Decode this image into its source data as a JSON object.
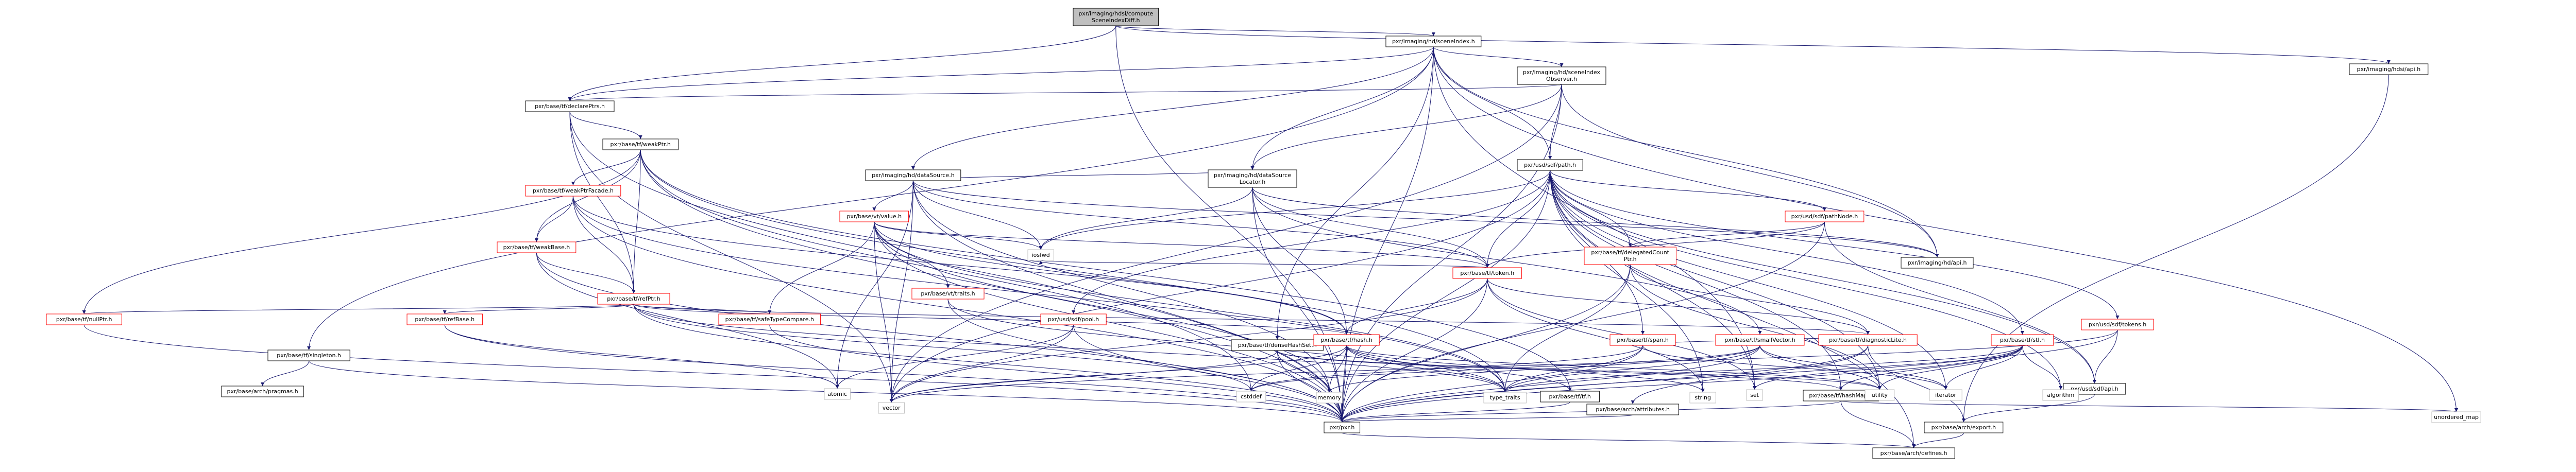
{
  "graph": {
    "nodes": [
      {
        "id": "root",
        "label": "pxr/imaging/hdsi/compute\nSceneIndexDiff.h",
        "kind": "root"
      },
      {
        "id": "sceneIndex",
        "label": "pxr/imaging/hd/sceneIndex.h",
        "kind": "local"
      },
      {
        "id": "hdsiApi",
        "label": "pxr/imaging/hdsi/api.h",
        "kind": "local"
      },
      {
        "id": "sceneIndexObserver",
        "label": "pxr/imaging/hd/sceneIndex\nObserver.h",
        "kind": "local"
      },
      {
        "id": "declarePtrs",
        "label": "pxr/base/tf/declarePtrs.h",
        "kind": "local"
      },
      {
        "id": "weakPtr",
        "label": "pxr/base/tf/weakPtr.h",
        "kind": "local"
      },
      {
        "id": "dataSource",
        "label": "pxr/imaging/hd/dataSource.h",
        "kind": "local"
      },
      {
        "id": "dataSourceLocator",
        "label": "pxr/imaging/hd/dataSource\nLocator.h",
        "kind": "local"
      },
      {
        "id": "sdfPath",
        "label": "pxr/usd/sdf/path.h",
        "kind": "local"
      },
      {
        "id": "weakPtrFacade",
        "label": "pxr/base/tf/weakPtrFacade.h",
        "kind": "red"
      },
      {
        "id": "vtValue",
        "label": "pxr/base/vt/value.h",
        "kind": "red"
      },
      {
        "id": "pathNode",
        "label": "pxr/usd/sdf/pathNode.h",
        "kind": "red"
      },
      {
        "id": "weakBase",
        "label": "pxr/base/tf/weakBase.h",
        "kind": "red"
      },
      {
        "id": "token",
        "label": "pxr/base/tf/token.h",
        "kind": "red"
      },
      {
        "id": "delegatedCountPtr",
        "label": "pxr/base/tf/delegatedCount\nPtr.h",
        "kind": "red"
      },
      {
        "id": "hdApi",
        "label": "pxr/imaging/hd/api.h",
        "kind": "local"
      },
      {
        "id": "refPtr",
        "label": "pxr/base/tf/refPtr.h",
        "kind": "red"
      },
      {
        "id": "vtTraits",
        "label": "pxr/base/vt/traits.h",
        "kind": "red"
      },
      {
        "id": "nullPtr",
        "label": "pxr/base/tf/nullPtr.h",
        "kind": "red"
      },
      {
        "id": "refBase",
        "label": "pxr/base/tf/refBase.h",
        "kind": "red"
      },
      {
        "id": "safeTypeCompare",
        "label": "pxr/base/tf/safeTypeCompare.h",
        "kind": "red"
      },
      {
        "id": "sdfPool",
        "label": "pxr/usd/sdf/pool.h",
        "kind": "red"
      },
      {
        "id": "singleton",
        "label": "pxr/base/tf/singleton.h",
        "kind": "local"
      },
      {
        "id": "denseHashSet",
        "label": "pxr/base/tf/denseHashSet.h",
        "kind": "local"
      },
      {
        "id": "tfHash",
        "label": "pxr/base/tf/hash.h",
        "kind": "red"
      },
      {
        "id": "tfSpan",
        "label": "pxr/base/tf/span.h",
        "kind": "red"
      },
      {
        "id": "smallVector",
        "label": "pxr/base/tf/smallVector.h",
        "kind": "red"
      },
      {
        "id": "diagnosticLite",
        "label": "pxr/base/tf/diagnosticLite.h",
        "kind": "red"
      },
      {
        "id": "tfStl",
        "label": "pxr/base/tf/stl.h",
        "kind": "red"
      },
      {
        "id": "sdfTokens",
        "label": "pxr/usd/sdf/tokens.h",
        "kind": "red"
      },
      {
        "id": "pragmas",
        "label": "pxr/base/arch/pragmas.h",
        "kind": "local"
      },
      {
        "id": "tfTf",
        "label": "pxr/base/tf/tf.h",
        "kind": "local"
      },
      {
        "id": "archAttributes",
        "label": "pxr/base/arch/attributes.h",
        "kind": "local"
      },
      {
        "id": "hashMap",
        "label": "pxr/base/tf/hashMap.h",
        "kind": "local"
      },
      {
        "id": "sdfApi",
        "label": "pxr/usd/sdf/api.h",
        "kind": "local"
      },
      {
        "id": "pxr",
        "label": "pxr/pxr.h",
        "kind": "local"
      },
      {
        "id": "archExport",
        "label": "pxr/base/arch/export.h",
        "kind": "local"
      },
      {
        "id": "archDefines",
        "label": "pxr/base/arch/defines.h",
        "kind": "local"
      },
      {
        "id": "iosfwd",
        "label": "iosfwd",
        "kind": "plain"
      },
      {
        "id": "atomic",
        "label": "atomic",
        "kind": "plain"
      },
      {
        "id": "vector",
        "label": "vector",
        "kind": "plain"
      },
      {
        "id": "cstddef",
        "label": "cstddef",
        "kind": "plain"
      },
      {
        "id": "memory",
        "label": "memory",
        "kind": "plain"
      },
      {
        "id": "typeTraits",
        "label": "type_traits",
        "kind": "plain"
      },
      {
        "id": "string",
        "label": "string",
        "kind": "plain"
      },
      {
        "id": "set",
        "label": "set",
        "kind": "plain"
      },
      {
        "id": "utility",
        "label": "utility",
        "kind": "plain"
      },
      {
        "id": "iterator",
        "label": "iterator",
        "kind": "plain"
      },
      {
        "id": "algorithm",
        "label": "algorithm",
        "kind": "plain"
      },
      {
        "id": "unorderedMap",
        "label": "unordered_map",
        "kind": "plain"
      }
    ],
    "edges": [
      [
        "root",
        "sceneIndex"
      ],
      [
        "root",
        "declarePtrs"
      ],
      [
        "root",
        "pxr"
      ],
      [
        "root",
        "hdsiApi"
      ],
      [
        "sceneIndex",
        "sceneIndexObserver"
      ],
      [
        "sceneIndex",
        "dataSource"
      ],
      [
        "sceneIndex",
        "dataSourceLocator"
      ],
      [
        "sceneIndex",
        "declarePtrs"
      ],
      [
        "sceneIndex",
        "sdfPath"
      ],
      [
        "sceneIndex",
        "singleton"
      ],
      [
        "sceneIndex",
        "denseHashSet"
      ],
      [
        "sceneIndex",
        "hdApi"
      ],
      [
        "sceneIndex",
        "pxr"
      ],
      [
        "sceneIndex",
        "set"
      ],
      [
        "sceneIndex",
        "unorderedMap"
      ],
      [
        "hdsiApi",
        "archExport"
      ],
      [
        "sceneIndexObserver",
        "declarePtrs"
      ],
      [
        "sceneIndexObserver",
        "dataSourceLocator"
      ],
      [
        "sceneIndexObserver",
        "sdfPath"
      ],
      [
        "sceneIndexObserver",
        "hdApi"
      ],
      [
        "sceneIndexObserver",
        "pxr"
      ],
      [
        "sceneIndexObserver",
        "vector"
      ],
      [
        "declarePtrs",
        "weakPtr"
      ],
      [
        "declarePtrs",
        "refPtr"
      ],
      [
        "declarePtrs",
        "vector"
      ],
      [
        "declarePtrs",
        "pxr"
      ],
      [
        "weakPtr",
        "weakPtrFacade"
      ],
      [
        "weakPtr",
        "weakBase"
      ],
      [
        "weakPtr",
        "refPtr"
      ],
      [
        "weakPtr",
        "nullPtr"
      ],
      [
        "weakPtr",
        "pxr"
      ],
      [
        "weakPtr",
        "typeTraits"
      ],
      [
        "weakPtr",
        "cstddef"
      ],
      [
        "weakPtr",
        "tfTf"
      ],
      [
        "weakPtrFacade",
        "weakBase"
      ],
      [
        "weakPtrFacade",
        "refPtr"
      ],
      [
        "weakPtrFacade",
        "tfHash"
      ],
      [
        "weakPtrFacade",
        "pxr"
      ],
      [
        "weakPtrFacade",
        "typeTraits"
      ],
      [
        "weakBase",
        "refPtr"
      ],
      [
        "weakBase",
        "pxr"
      ],
      [
        "weakBase",
        "atomic"
      ],
      [
        "dataSource",
        "dataSourceLocator"
      ],
      [
        "dataSource",
        "vtValue"
      ],
      [
        "dataSource",
        "token"
      ],
      [
        "dataSource",
        "hdApi"
      ],
      [
        "dataSource",
        "pxr"
      ],
      [
        "dataSource",
        "iosfwd"
      ],
      [
        "dataSource",
        "memory"
      ],
      [
        "dataSource",
        "vector"
      ],
      [
        "dataSource",
        "atomic"
      ],
      [
        "dataSourceLocator",
        "token"
      ],
      [
        "dataSourceLocator",
        "smallVector"
      ],
      [
        "dataSourceLocator",
        "tfHash"
      ],
      [
        "dataSourceLocator",
        "hdApi"
      ],
      [
        "dataSourceLocator",
        "pxr"
      ],
      [
        "dataSourceLocator",
        "iosfwd"
      ],
      [
        "vtValue",
        "vtTraits"
      ],
      [
        "vtValue",
        "token"
      ],
      [
        "vtValue",
        "tfHash"
      ],
      [
        "vtValue",
        "safeTypeCompare"
      ],
      [
        "vtValue",
        "pxr"
      ],
      [
        "vtValue",
        "iosfwd"
      ],
      [
        "vtValue",
        "typeTraits"
      ],
      [
        "vtValue",
        "memory"
      ],
      [
        "vtValue",
        "vector"
      ],
      [
        "sdfPath",
        "pathNode"
      ],
      [
        "sdfPath",
        "token"
      ],
      [
        "sdfPath",
        "delegatedCountPtr"
      ],
      [
        "sdfPath",
        "tfSpan"
      ],
      [
        "sdfPath",
        "tfStl"
      ],
      [
        "sdfPath",
        "sdfPool"
      ],
      [
        "sdfPath",
        "sdfTokens"
      ],
      [
        "sdfPath",
        "sdfApi"
      ],
      [
        "sdfPath",
        "hashMap"
      ],
      [
        "sdfPath",
        "pxr"
      ],
      [
        "sdfPath",
        "iosfwd"
      ],
      [
        "sdfPath",
        "set"
      ],
      [
        "sdfPath",
        "string"
      ],
      [
        "sdfPath",
        "utility"
      ],
      [
        "sdfPath",
        "vector"
      ],
      [
        "sdfPath",
        "iterator"
      ],
      [
        "sdfPath",
        "algorithm"
      ],
      [
        "sdfPath",
        "archDefines"
      ],
      [
        "pathNode",
        "delegatedCountPtr"
      ],
      [
        "pathNode",
        "token"
      ],
      [
        "pathNode",
        "sdfApi"
      ],
      [
        "pathNode",
        "pxr"
      ],
      [
        "token",
        "tfHash"
      ],
      [
        "token",
        "diagnosticLite"
      ],
      [
        "token",
        "pxr"
      ],
      [
        "token",
        "iosfwd"
      ],
      [
        "token",
        "vector"
      ],
      [
        "token",
        "string"
      ],
      [
        "token",
        "set"
      ],
      [
        "delegatedCountPtr",
        "diagnosticLite"
      ],
      [
        "delegatedCountPtr",
        "pxr"
      ],
      [
        "delegatedCountPtr",
        "typeTraits"
      ],
      [
        "delegatedCountPtr",
        "utility"
      ],
      [
        "refPtr",
        "nullPtr"
      ],
      [
        "refPtr",
        "refBase"
      ],
      [
        "refPtr",
        "safeTypeCompare"
      ],
      [
        "refPtr",
        "diagnosticLite"
      ],
      [
        "refPtr",
        "tfHash"
      ],
      [
        "refPtr",
        "pxr"
      ],
      [
        "refPtr",
        "typeTraits"
      ],
      [
        "refPtr",
        "cstddef"
      ],
      [
        "vtTraits",
        "typeTraits"
      ],
      [
        "vtTraits",
        "pxr"
      ],
      [
        "nullPtr",
        "pxr"
      ],
      [
        "refBase",
        "pxr"
      ],
      [
        "refBase",
        "atomic"
      ],
      [
        "safeTypeCompare",
        "pxr"
      ],
      [
        "sdfPool",
        "pxr"
      ],
      [
        "sdfPool",
        "atomic"
      ],
      [
        "sdfPool",
        "vector"
      ],
      [
        "singleton",
        "pragmas"
      ],
      [
        "singleton",
        "pxr"
      ],
      [
        "denseHashSet",
        "hashMap"
      ],
      [
        "denseHashSet",
        "pxr"
      ],
      [
        "denseHashSet",
        "vector"
      ],
      [
        "denseHashSet",
        "memory"
      ],
      [
        "denseHashSet",
        "utility"
      ],
      [
        "tfHash",
        "tfTf"
      ],
      [
        "tfHash",
        "memory"
      ],
      [
        "tfHash",
        "typeTraits"
      ],
      [
        "tfHash",
        "string"
      ],
      [
        "tfHash",
        "utility"
      ],
      [
        "tfHash",
        "vector"
      ],
      [
        "tfHash",
        "cstddef"
      ],
      [
        "tfHash",
        "pxr"
      ],
      [
        "tfSpan",
        "diagnosticLite"
      ],
      [
        "tfSpan",
        "pxr"
      ],
      [
        "tfSpan",
        "typeTraits"
      ],
      [
        "tfSpan",
        "iterator"
      ],
      [
        "tfSpan",
        "cstddef"
      ],
      [
        "smallVector",
        "pxr"
      ],
      [
        "smallVector",
        "memory"
      ],
      [
        "smallVector",
        "typeTraits"
      ],
      [
        "smallVector",
        "utility"
      ],
      [
        "smallVector",
        "iterator"
      ],
      [
        "smallVector",
        "cstddef"
      ],
      [
        "diagnosticLite",
        "archAttributes"
      ],
      [
        "diagnosticLite",
        "pxr"
      ],
      [
        "diagnosticLite",
        "archExport"
      ],
      [
        "tfStl",
        "hashMap"
      ],
      [
        "tfStl",
        "iterator"
      ],
      [
        "tfStl",
        "set"
      ],
      [
        "tfStl",
        "utility"
      ],
      [
        "tfStl",
        "algorithm"
      ],
      [
        "tfStl",
        "pxr"
      ],
      [
        "tfStl",
        "typeTraits"
      ],
      [
        "sdfTokens",
        "sdfApi"
      ],
      [
        "sdfTokens",
        "pxr"
      ],
      [
        "sdfTokens",
        "vector"
      ],
      [
        "hashMap",
        "unorderedMap"
      ],
      [
        "hashMap",
        "archDefines"
      ],
      [
        "hashMap",
        "pxr"
      ],
      [
        "sdfApi",
        "archExport"
      ],
      [
        "pxr",
        "archDefines"
      ],
      [
        "archExport",
        "archDefines"
      ],
      [
        "tfTf",
        "pxr"
      ],
      [
        "archAttributes",
        "pxr"
      ]
    ]
  }
}
